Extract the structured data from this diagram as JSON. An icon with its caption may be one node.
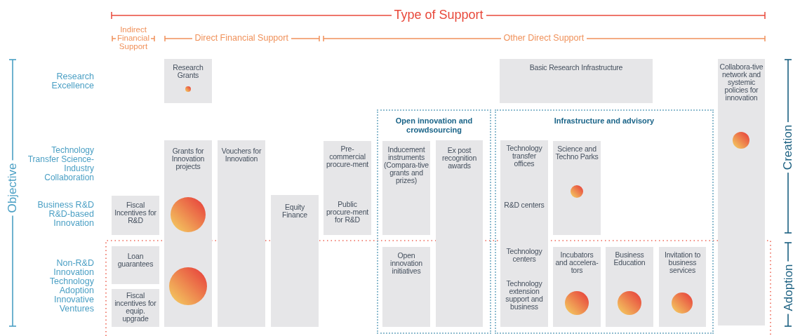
{
  "diagram": {
    "nodes": [
      {
        "text": [
          "Research Grants"
        ]
      },
      {
        "text": [
          "Basic Research Infrastructure"
        ]
      },
      {
        "text": [
          "Collabora-tive network and systemic policies for innovation"
        ]
      },
      {
        "text": [
          "Open innovation and crowdsourcing"
        ]
      },
      {
        "text": [
          "Infrastructure and advisory"
        ]
      },
      {
        "text": [
          "Grants for Innovation projects"
        ]
      },
      {
        "text": [
          "Vouchers for Innovation"
        ]
      },
      {
        "text": [
          "Pre-commercial procure-ment",
          "Public procure-ment for R&D"
        ]
      },
      {
        "text": [
          "Inducement instruments (Compara-tive grants and prizes)"
        ],
        "in": 3
      },
      {
        "text": [
          "Ex post recognition awards"
        ],
        "in": 3
      },
      {
        "text": [
          "Technology transfer offices",
          "R&D centers",
          "Technology centers",
          "Technology extension support and business"
        ],
        "in": 4
      },
      {
        "text": [
          "Science and Techno Parks"
        ],
        "in": 4
      },
      {
        "text": [
          "Fiscal Incentives for R&D"
        ]
      },
      {
        "text": [
          "Equity Finance"
        ]
      },
      {
        "text": [
          "Loan guarantees"
        ]
      },
      {
        "text": [
          "Open innovation initiatives"
        ],
        "in": 3
      },
      {
        "text": [
          "Incubators and accelera-tors"
        ],
        "in": 4
      },
      {
        "text": [
          "Business Education"
        ],
        "in": 4
      },
      {
        "text": [
          "Invitation to business services"
        ],
        "in": 4
      },
      {
        "text": [
          "Fiscal incentives for equip. upgrade"
        ]
      }
    ],
    "labels": [
      "Type of Support",
      "Indirect Financial Support",
      "Direct Financial Support",
      "Other Direct Support",
      "Research Excellence",
      "Technology Transfer Science-Industry Collaboration",
      "Business R&D R&D-based Innovation",
      "Non-R&D Innovation Technology Adoption Innovative Ventures",
      "Objective",
      "Creation",
      "Adoption"
    ]
  }
}
